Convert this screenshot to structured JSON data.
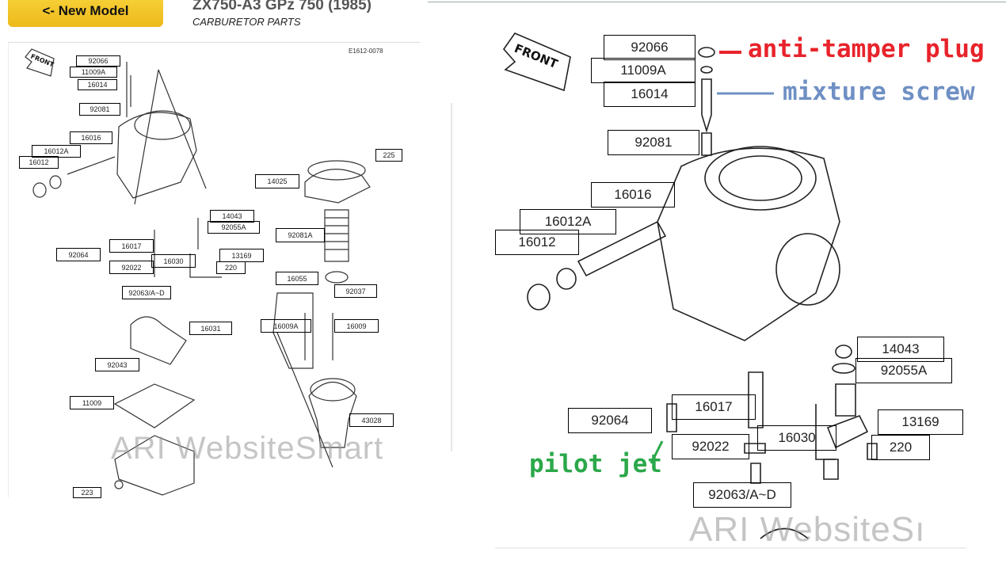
{
  "header": {
    "new_model_label": "<- New Model",
    "title": "ZX750-A3 GPz 750 (1985)",
    "subtitle": "CARBURETOR PARTS"
  },
  "diagram": {
    "code": "E1612-0078",
    "front_label": "FRONT",
    "watermark": "ARI WebsiteSmart",
    "left_labels": [
      "92066",
      "11009A",
      "16014",
      "92081",
      "16016",
      "16012A",
      "16012",
      "225",
      "14025",
      "14043",
      "92055A",
      "92081A",
      "92064",
      "16017",
      "16030",
      "13169",
      "92022",
      "220",
      "16055",
      "92063/A~D",
      "92037",
      "16031",
      "16009A",
      "16009",
      "92043",
      "11009",
      "43028",
      "223"
    ]
  },
  "zoom": {
    "watermark": "ARI WebsiteSı",
    "labels": [
      "92066",
      "11009A",
      "16014",
      "92081",
      "16016",
      "16012A",
      "16012",
      "14043",
      "92055A",
      "92064",
      "16017",
      "13169",
      "16030",
      "92022",
      "220",
      "92063/A~D"
    ],
    "annotations": {
      "anti_tamper": "anti-tamper plug",
      "mixture": "mixture screw",
      "pilot": "pilot jet"
    },
    "colors": {
      "anti_tamper": "#e8232b",
      "mixture": "#6f90c4",
      "pilot": "#2ba84a"
    }
  }
}
